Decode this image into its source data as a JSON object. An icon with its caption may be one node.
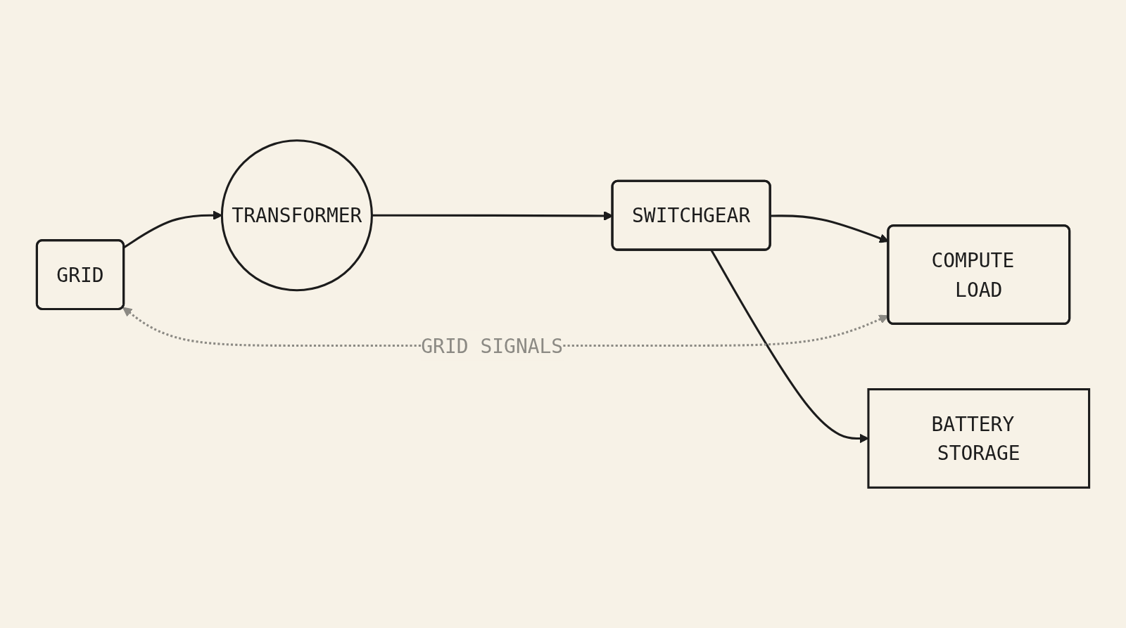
{
  "diagram": {
    "nodes": [
      {
        "text": [
          "GRID"
        ]
      },
      {
        "text": [
          "TRANSFORMER"
        ]
      },
      {
        "text": [
          "SWITCHGEAR"
        ]
      },
      {
        "text": [
          "BATTERY STORAGE"
        ]
      },
      {
        "text": [
          "COMPUTE LOAD"
        ]
      }
    ],
    "edges": [
      {
        "from": 0,
        "to": 1,
        "arrow": "to"
      },
      {
        "from": 1,
        "to": 2,
        "arrow": "to"
      },
      {
        "from": 2,
        "to": 4,
        "arrow": "to"
      },
      {
        "from": 2,
        "to": 3,
        "arrow": "to"
      },
      {
        "from": 4,
        "to": 0,
        "arrow": "both",
        "label": "GRID SIGNALS",
        "style": "dashed",
        "color": "#8c8a84"
      }
    ]
  }
}
